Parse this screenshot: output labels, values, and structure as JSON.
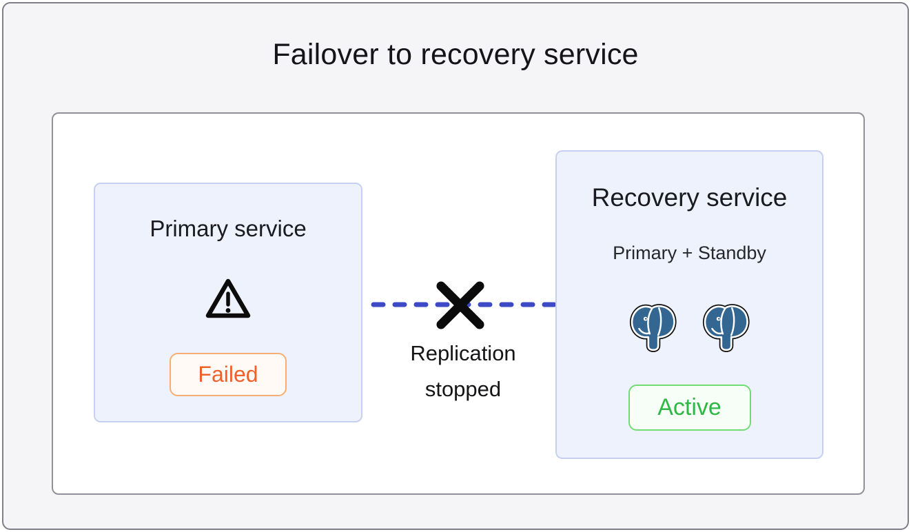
{
  "title": "Failover to recovery service",
  "primary_box": {
    "title": "Primary service",
    "status_label": "Failed"
  },
  "recovery_box": {
    "title": "Recovery service",
    "subtitle": "Primary + Standby",
    "status_label": "Active",
    "instance_count": 2
  },
  "connector": {
    "label_line1": "Replication",
    "label_line2": "stopped"
  },
  "icons": {
    "warning": "warning-triangle-icon",
    "broken_link": "x-mark-icon",
    "database": "postgresql-elephant-icon"
  },
  "colors": {
    "outer_background": "#f5f5f7",
    "outer_border": "#7e7e88",
    "canvas_border": "#90909a",
    "box_background": "#eef2fc",
    "box_border": "#c7d0f1",
    "failed_text": "#f0612a",
    "failed_border": "#f6ae74",
    "failed_background": "#fffaf5",
    "active_text": "#2eb944",
    "active_border": "#6fdc74",
    "active_background": "#f7fdf7",
    "replication_dash": "#3d49c5",
    "postgres_blue": "#336791"
  }
}
